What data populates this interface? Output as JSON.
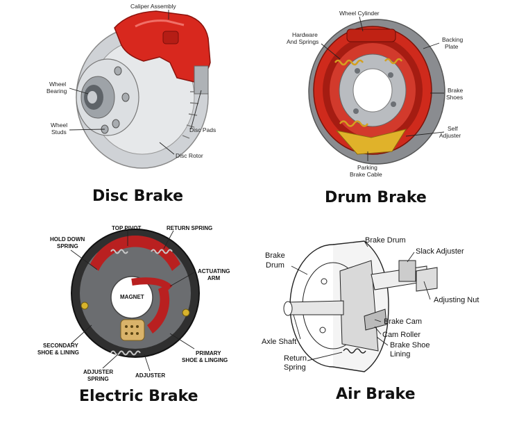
{
  "disc": {
    "title": "Disc Brake",
    "labels": {
      "caliper": "Caliper Assembly",
      "bearing_1": "Wheel",
      "bearing_2": "Bearing",
      "studs_1": "Wheel",
      "studs_2": "Studs",
      "pads": "Disc Pads",
      "rotor": "Disc Rotor"
    },
    "colors": {
      "caliper": "#d8281e",
      "rotor": "#cfd2d6"
    }
  },
  "drum": {
    "title": "Drum Brake",
    "labels": {
      "cylinder": "Wheel Cylinder",
      "hardware_1": "Hardware",
      "hardware_2": "And Springs",
      "backing_1": "Backing",
      "backing_2": "Plate",
      "shoes_1": "Brake",
      "shoes_2": "Shoes",
      "adjuster_1": "Self",
      "adjuster_2": "Adjuster",
      "cable_1": "Parking",
      "cable_2": "Brake Cable"
    },
    "colors": {
      "shoes": "#cf2a1c",
      "plate": "#8a8c90"
    }
  },
  "electric": {
    "title": "Electric Brake",
    "labels": {
      "top_pivot": "TOP PIVOT",
      "return_spring": "RETURN SPRING",
      "hold_down_1": "HOLD DOWN",
      "hold_down_2": "SPRING",
      "actuating_1": "ACTUATING",
      "actuating_2": "ARM",
      "magnet": "MAGNET",
      "secondary_1": "SECONDARY",
      "secondary_2": "SHOE & LINING",
      "primary_1": "PRIMARY",
      "primary_2": "SHOE & LINGING",
      "adj_spring_1": "ADJUSTER",
      "adj_spring_2": "SPRING",
      "adjuster": "ADJUSTER"
    },
    "colors": {
      "shoe": "#b92020",
      "plate": "#3a3a3a"
    }
  },
  "air": {
    "title": "Air Brake",
    "labels": {
      "brake_drum_top": "Brake Drum",
      "brake_drum_left_1": "Brake",
      "brake_drum_left_2": "Drum",
      "slack_adjuster": "Slack Adjuster",
      "adjusting_nut": "Adjusting Nut",
      "brake_cam": "Brake Cam",
      "cam_roller": "Cam Roller",
      "axle_shaft": "Axle Shaft",
      "shoe_lining_1": "Brake Shoe",
      "shoe_lining_2": "Lining",
      "return_spring_1": "Return",
      "return_spring_2": "Spring"
    }
  }
}
